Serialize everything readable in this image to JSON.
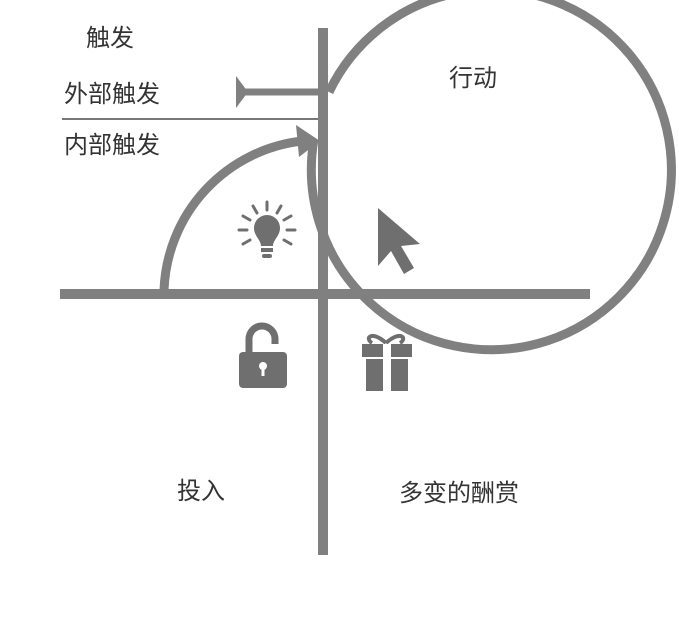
{
  "labels": {
    "trigger": "触发",
    "external_trigger": "外部触发",
    "internal_trigger": "内部触发",
    "action": "行动",
    "investment": "投入",
    "variable_reward": "多变的酬赏"
  },
  "colors": {
    "line": "#808080",
    "icon": "#6f6f6f",
    "text": "#333333",
    "background": "#ffffff"
  },
  "icons": {
    "trigger": "lightbulb-icon",
    "action": "cursor-arrow-icon",
    "investment": "unlocked-padlock-icon",
    "reward": "gift-box-icon"
  }
}
